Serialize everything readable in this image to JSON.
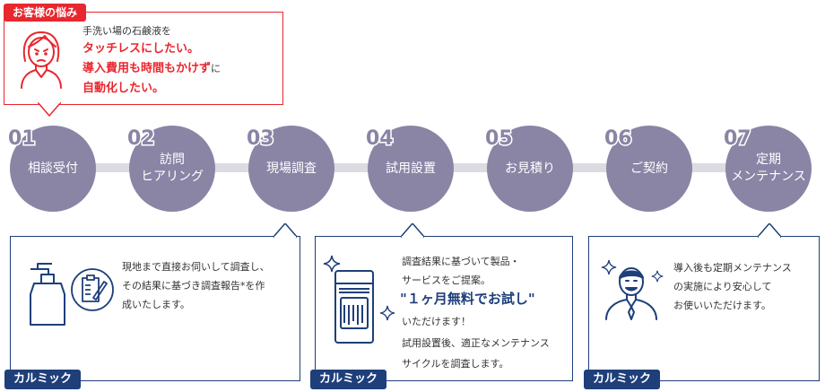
{
  "concern": {
    "chip": "お客様の悩み",
    "line1": "手洗い場の石鹸液を",
    "line2": "タッチレスにしたい。",
    "line3a": "導入費用も時間もかけず",
    "line3b": "に",
    "line4": "自動化したい。"
  },
  "steps": [
    {
      "num": "01",
      "l1": "相談受付",
      "l2": ""
    },
    {
      "num": "02",
      "l1": "訪問",
      "l2": "ヒアリング"
    },
    {
      "num": "03",
      "l1": "現場調査",
      "l2": ""
    },
    {
      "num": "04",
      "l1": "試用設置",
      "l2": ""
    },
    {
      "num": "05",
      "l1": "お見積り",
      "l2": ""
    },
    {
      "num": "06",
      "l1": "ご契約",
      "l2": ""
    },
    {
      "num": "07",
      "l1": "定期",
      "l2": "メンテナンス"
    }
  ],
  "cards": [
    {
      "chip": "カルミック",
      "l1": "現地まで直接お伺いして調査し、",
      "l2": "その結果に基づき調査報告*を作",
      "l3": "成いたします。"
    },
    {
      "chip": "カルミック",
      "l1": "調査結果に基づいて製品・",
      "l2": "サービスをご提案。",
      "hl": "\"１ヶ月無料でお試し\"",
      "l3": "いただけます！",
      "l4": "試用設置後、適正なメンテナンス",
      "l5": "サイクルを調査します。"
    },
    {
      "chip": "カルミック",
      "l1": "導入後も定期メンテナンス",
      "l2": "の実施により安心して",
      "l3": "お使いいただけます。"
    }
  ],
  "colors": {
    "red": "#e8272e",
    "navy": "#1e3f7a",
    "circle": "#8a84a5",
    "bar": "#dcdbe2"
  }
}
